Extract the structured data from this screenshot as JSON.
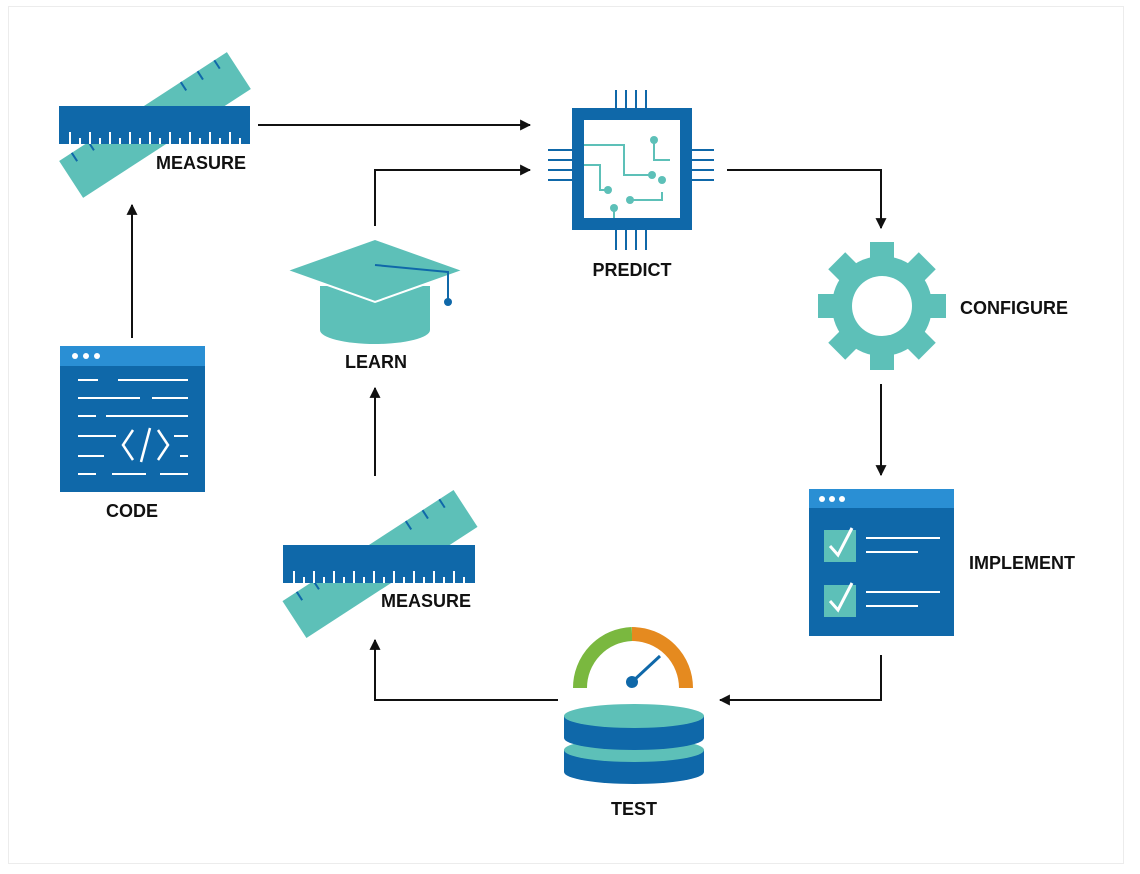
{
  "colors": {
    "blue": "#0f68a9",
    "light_blue": "#2a8fd4",
    "teal": "#5dc0b8",
    "green": "#7ab83f",
    "orange": "#e58a1f",
    "arrow": "#111111",
    "label": "#111111"
  },
  "nodes": {
    "measure_top": {
      "label": "MEASURE",
      "icon": "ruler-icon"
    },
    "predict": {
      "label": "PREDICT",
      "icon": "chip-icon"
    },
    "configure": {
      "label": "CONFIGURE",
      "icon": "gear-icon"
    },
    "implement": {
      "label": "IMPLEMENT",
      "icon": "checklist-window-icon"
    },
    "test": {
      "label": "TEST",
      "icon": "gauge-database-icon"
    },
    "measure_bottom": {
      "label": "MEASURE",
      "icon": "ruler-icon"
    },
    "learn": {
      "label": "LEARN",
      "icon": "graduation-cap-icon"
    },
    "code": {
      "label": "CODE",
      "icon": "code-window-icon"
    }
  },
  "edges": [
    {
      "from": "CODE",
      "to": "MEASURE"
    },
    {
      "from": "MEASURE",
      "to": "PREDICT"
    },
    {
      "from": "LEARN",
      "to": "PREDICT"
    },
    {
      "from": "PREDICT",
      "to": "CONFIGURE"
    },
    {
      "from": "CONFIGURE",
      "to": "IMPLEMENT"
    },
    {
      "from": "IMPLEMENT",
      "to": "TEST"
    },
    {
      "from": "TEST",
      "to": "MEASURE"
    },
    {
      "from": "MEASURE",
      "to": "LEARN"
    }
  ]
}
